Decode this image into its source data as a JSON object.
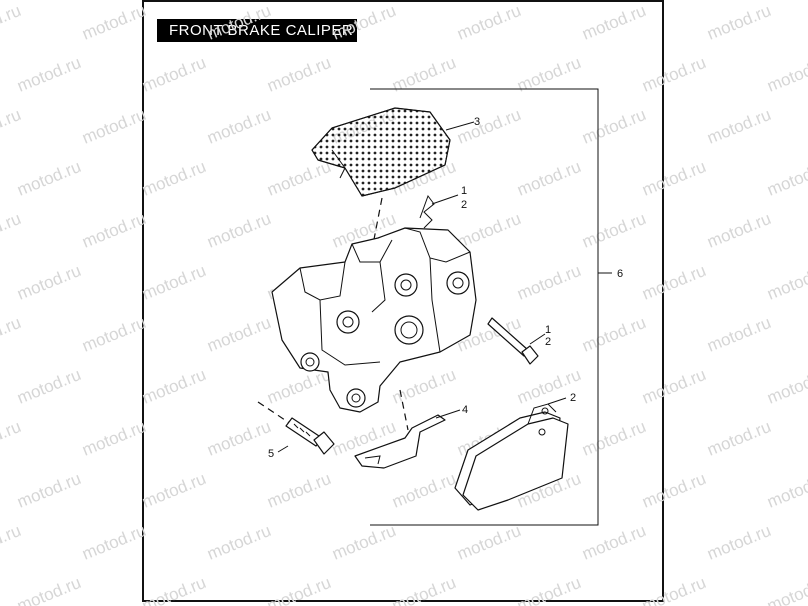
{
  "title": "FRONT BRAKE CALIPER",
  "watermark": "motod.ru",
  "callouts": {
    "c3": "3",
    "c1a": "1",
    "c2a": "2",
    "c6": "6",
    "c1b": "1",
    "c2b": "2",
    "c4": "4",
    "c2c": "2",
    "c5": "5"
  }
}
